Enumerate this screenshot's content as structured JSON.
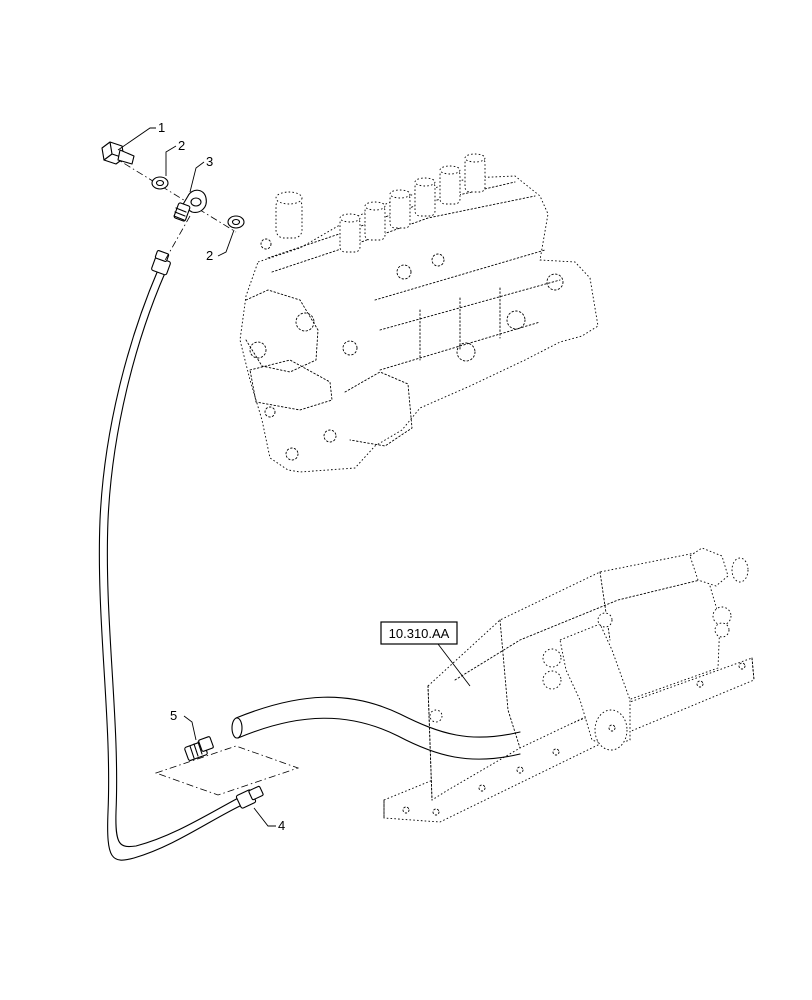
{
  "callouts": {
    "c1": "1",
    "c2a": "2",
    "c3": "3",
    "c2b": "2",
    "c5": "5",
    "c4": "4"
  },
  "reference_box": {
    "label": "10.310.AA"
  }
}
